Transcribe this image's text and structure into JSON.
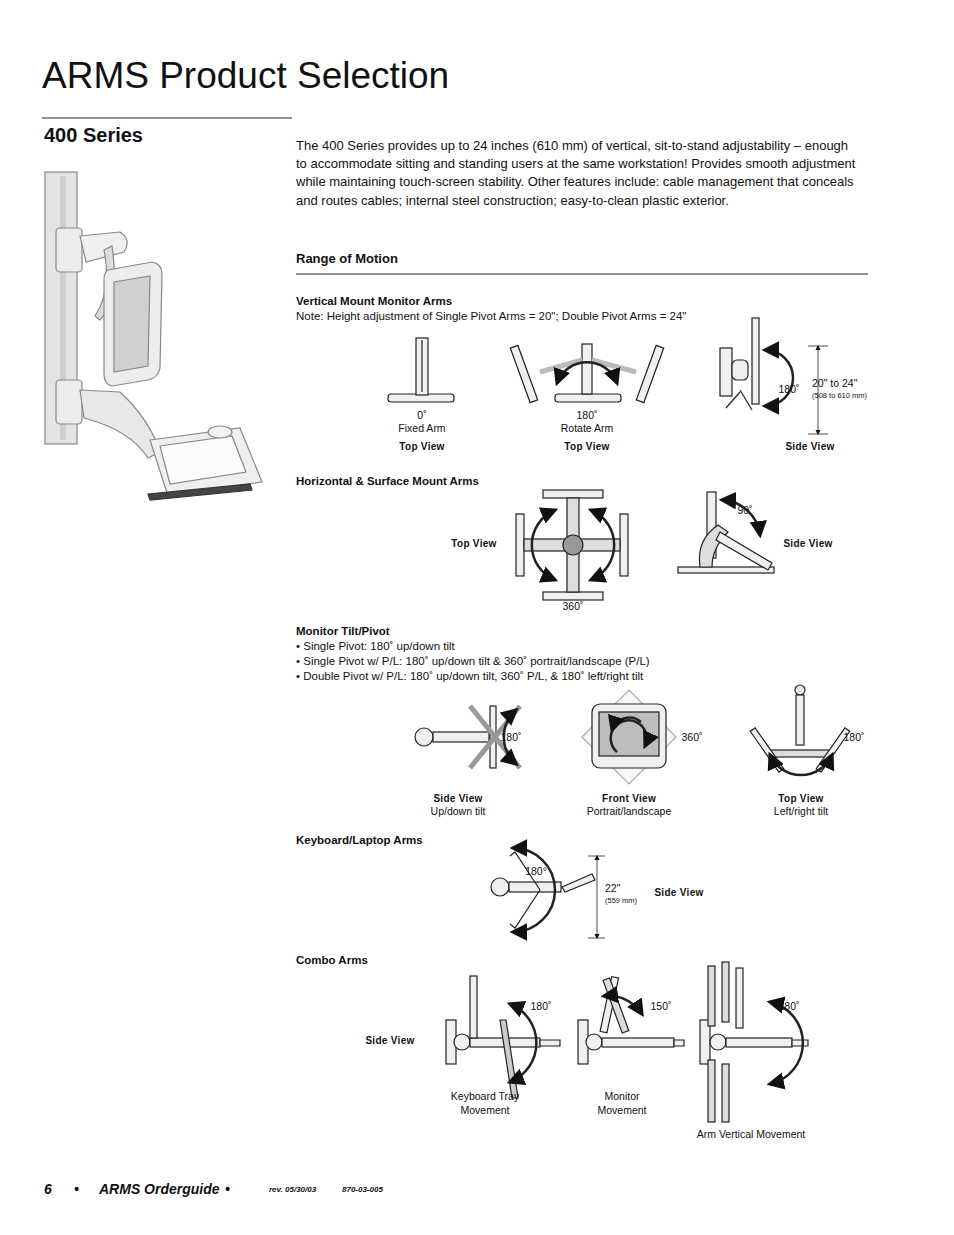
{
  "diagram": {
    "title": "ARMS Product Selection",
    "labels": [
      "400 Series",
      "The 400 Series provides up to 24 inches (610 mm) of vertical, sit-to-stand adjustability – enough to accommodate sitting and standing users at the same workstation! Provides smooth adjustment while maintaining touch-screen stability. Other features include: cable management that conceals and routes cables; internal steel construction; easy-to-clean plastic exterior.",
      "Range of Motion",
      "Vertical Mount Monitor Arms",
      "Note: Height adjustment of Single Pivot Arms = 20\"; Double Pivot Arms = 24\"",
      "0˚",
      "Fixed Arm",
      "Top View",
      "180˚",
      "Rotate Arm",
      "Top View",
      "180˚",
      "20\" to 24\"",
      "(508 to 610 mm)",
      "Side View",
      "Horizontal & Surface Mount Arms",
      "Top View",
      "360˚",
      "90˚",
      "Side View",
      "Monitor Tilt/Pivot",
      "• Single Pivot: 180˚ up/down tilt",
      "• Single Pivot w/ P/L: 180˚ up/down tilt & 360˚ portrait/landscape (P/L)",
      "• Double Pivot w/ P/L: 180˚ up/down tilt, 360˚ P/L, & 180˚ left/right tilt",
      "180˚",
      "Side View",
      "Up/down tilt",
      "360˚",
      "Front View",
      "Portrait/landscape",
      "180˚",
      "Top View",
      "Left/right tilt",
      "Keyboard/Laptop Arms",
      "180°",
      "22\"",
      "(559 mm)",
      "Side View",
      "Combo Arms",
      "Side View",
      "180˚",
      "Keyboard Tray Movement",
      "150˚",
      "Monitor Movement",
      "180˚",
      "Arm Vertical Movement",
      "6",
      "•",
      "ARMS Orderguide",
      "•",
      "rev. 05/30/03",
      "870-03-005"
    ]
  }
}
